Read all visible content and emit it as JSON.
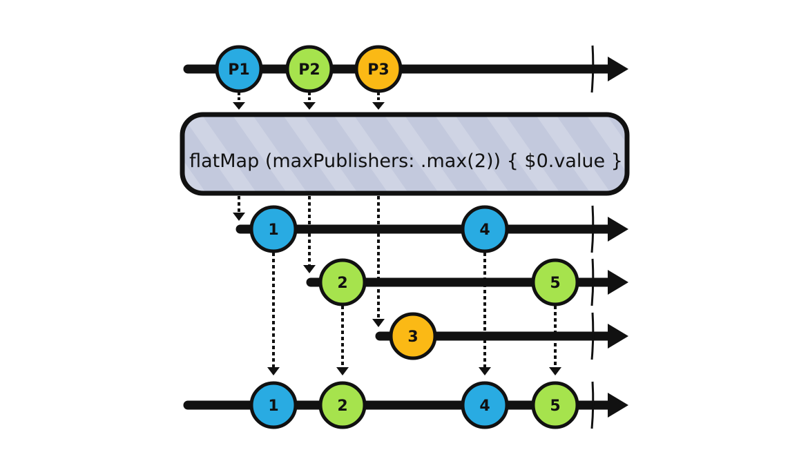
{
  "operator": {
    "label": "flatMap (maxPublishers: .max(2)) { $0.value }"
  },
  "colors": {
    "blue": "#29abe2",
    "green": "#a6e34d",
    "orange": "#fbb915",
    "box_fill": "#c3c9dd",
    "line": "#111111"
  },
  "timelines": {
    "source": {
      "marbles": [
        {
          "label": "P1",
          "color": "blue"
        },
        {
          "label": "P2",
          "color": "green"
        },
        {
          "label": "P3",
          "color": "orange"
        }
      ]
    },
    "inner": [
      {
        "marbles": [
          {
            "label": "1",
            "color": "blue"
          },
          {
            "label": "4",
            "color": "blue"
          }
        ]
      },
      {
        "marbles": [
          {
            "label": "2",
            "color": "green"
          },
          {
            "label": "5",
            "color": "green"
          }
        ]
      },
      {
        "marbles": [
          {
            "label": "3",
            "color": "orange"
          }
        ]
      }
    ],
    "output": {
      "marbles": [
        {
          "label": "1",
          "color": "blue"
        },
        {
          "label": "2",
          "color": "green"
        },
        {
          "label": "4",
          "color": "blue"
        },
        {
          "label": "5",
          "color": "green"
        }
      ]
    }
  }
}
